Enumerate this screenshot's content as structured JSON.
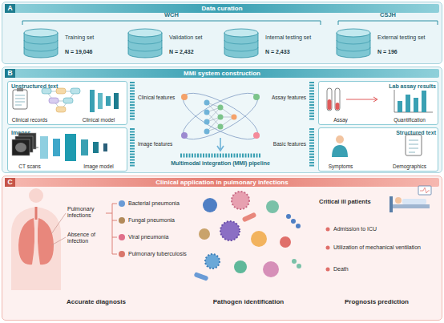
{
  "diagram": {
    "nodes": [
      {
        "text": [
          "A",
          "Data curation"
        ]
      },
      {
        "text": [
          "Training set",
          "N = 19,046"
        ],
        "in": 0
      },
      {
        "text": [
          "Validation set",
          "N = 2,432"
        ],
        "in": 0
      },
      {
        "text": [
          "Internal testing set",
          "N = 2,433"
        ],
        "in": 0
      },
      {
        "text": [
          "External testing set",
          "N = 196"
        ],
        "in": 0
      },
      {
        "text": [
          "B",
          "MMI system construction"
        ]
      },
      {
        "text": [
          "Unstructured text",
          "Clinical records",
          "Clinical model"
        ],
        "in": 5
      },
      {
        "text": [
          "Images",
          "CT scans",
          "Image model"
        ],
        "in": 5
      },
      {
        "text": [
          "Lab assay results",
          "Assay",
          "Quantification"
        ],
        "in": 5
      },
      {
        "text": [
          "Structured text",
          "Symptoms",
          "Demographics"
        ],
        "in": 5
      },
      {
        "text": [
          "C",
          "Clinical application in pulmonary infections"
        ]
      }
    ],
    "labels": [
      "WCH",
      "CSJH",
      "Clinical features",
      "Assay features",
      "Image features",
      "Basic features",
      "Multimodal integration (MMI) pipeline",
      "Pulmonary infections",
      "Absence of infection",
      "Bacterial pneumonia",
      "Fungal pneumonia",
      "Viral pneumonia",
      "Pulmonary tuberculosis",
      "Accurate diagnosis",
      "Pathogen identification",
      "Critical ill patients",
      "Admission to ICU",
      "Utilization of mechanical ventilation",
      "Death",
      "Prognosis prediction"
    ]
  }
}
